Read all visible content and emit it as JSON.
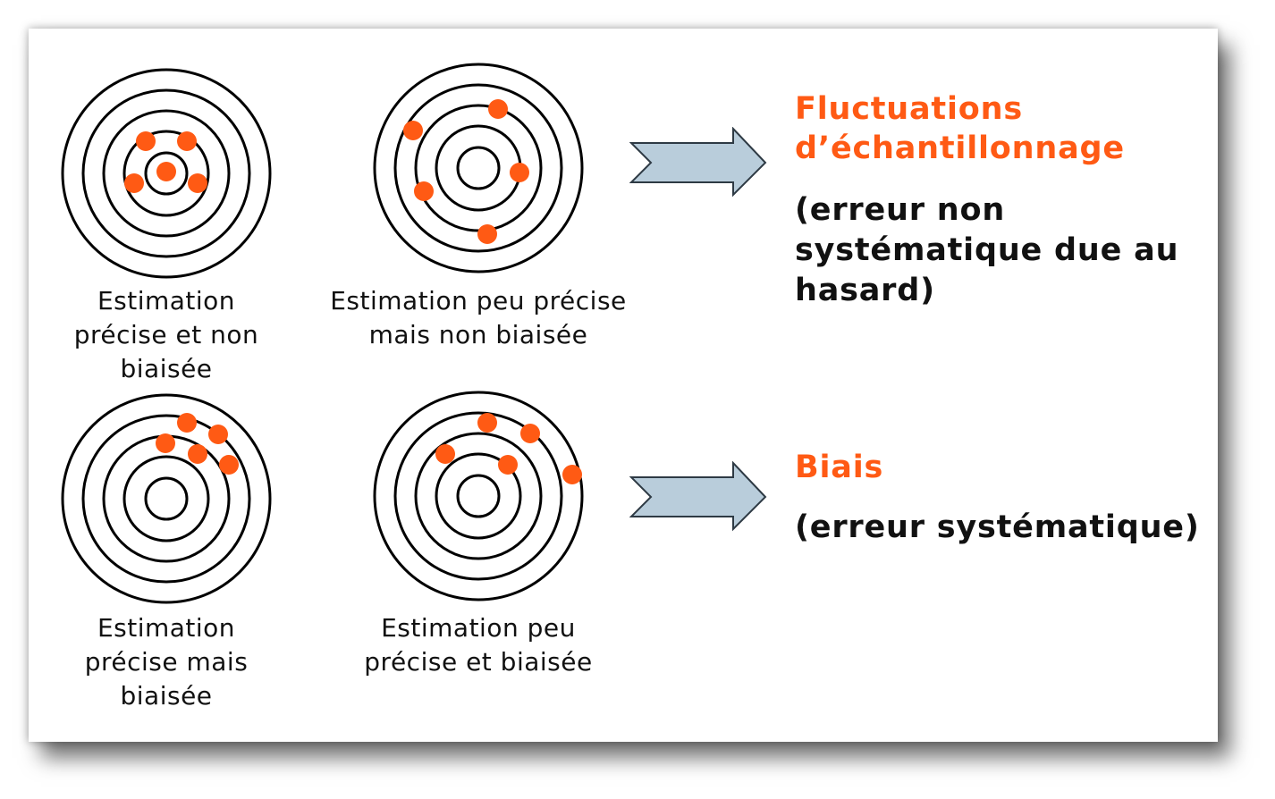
{
  "colors": {
    "accent": "#ff5a14",
    "dot": "#ff5a14",
    "ring": "#000000",
    "arrow_fill": "#b9cddb",
    "arrow_stroke": "#2e3a44",
    "text": "#111111"
  },
  "targets": [
    {
      "caption": [
        "Estimation",
        "précise et non",
        "biaisée"
      ],
      "icon": "target-precise-unbiased"
    },
    {
      "caption": [
        "Estimation peu précise",
        "mais non biaisée"
      ],
      "icon": "target-imprecise-unbiased"
    },
    {
      "caption": [
        "Estimation",
        "précise mais",
        "biaisée"
      ],
      "icon": "target-precise-biased"
    },
    {
      "caption": [
        "Estimation peu",
        "précise et biaisée"
      ],
      "icon": "target-imprecise-biased"
    }
  ],
  "right": {
    "fluctuations": {
      "title": [
        "Fluctuations",
        "d’échantillonnage"
      ],
      "note": [
        "(erreur non",
        "systématique due au",
        "hasard)"
      ]
    },
    "bias": {
      "title": [
        "Biais"
      ],
      "note": [
        "(erreur systématique)"
      ]
    }
  },
  "arrow_icon": "right-arrow-icon"
}
